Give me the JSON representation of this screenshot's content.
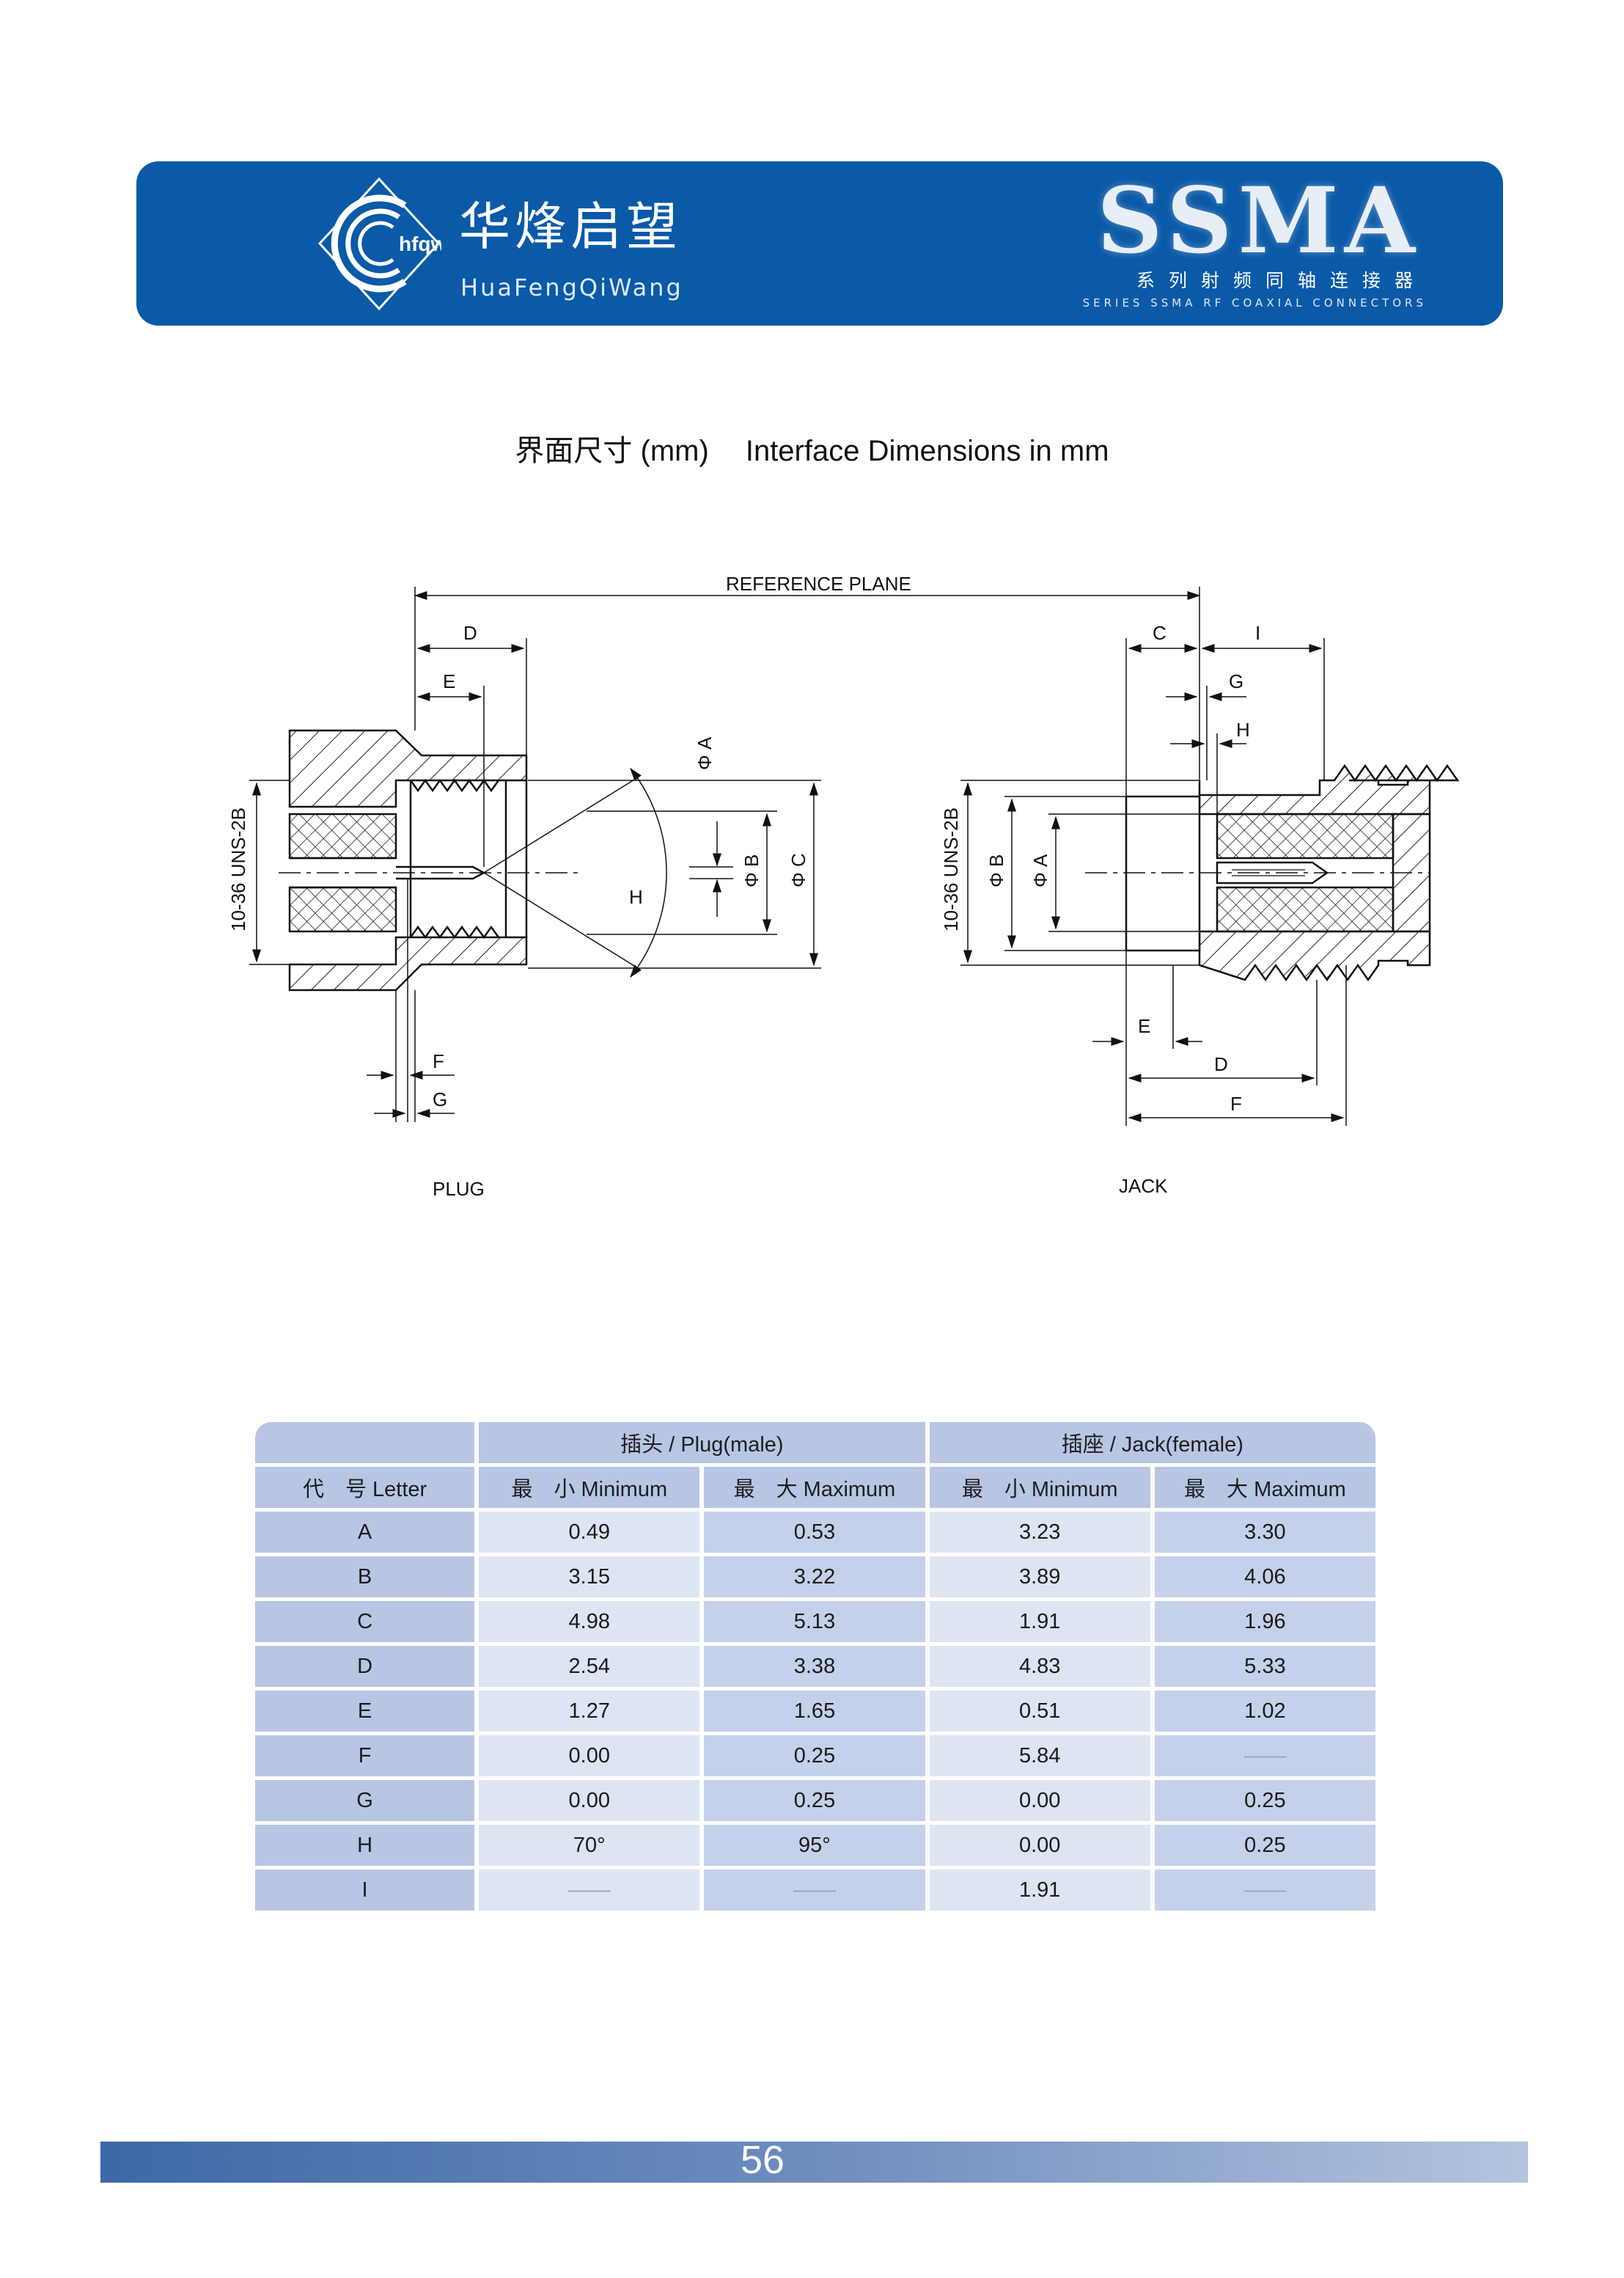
{
  "header": {
    "logo_text": "hfqw",
    "company_cn": "华烽启望",
    "company_en": "HuaFengQiWang",
    "series_title": "SSMA",
    "series_cn": "系列射频同轴连接器",
    "series_en": "SERIES SSMA RF COAXIAL CONNECTORS",
    "colors": {
      "banner": "#0a5aa8",
      "table_header": "#b8c6e4",
      "table_cell": "#dde5f3"
    }
  },
  "title": {
    "cn": "界面尺寸 (mm)",
    "en": "Interface Dimensions in mm"
  },
  "drawing": {
    "reference_plane": "REFERENCE PLANE",
    "thread_label": "10-36 UNS-2B",
    "plug_caption": "PLUG",
    "jack_caption": "JACK",
    "labels": {
      "D": "D",
      "E": "E",
      "F": "F",
      "G": "G",
      "H": "H",
      "C": "C",
      "I": "I",
      "phiA": "Φ A",
      "phiB": "Φ B",
      "phiC": "Φ C"
    }
  },
  "table": {
    "group_plug": "插头 / Plug(male)",
    "group_jack": "插座 / Jack(female)",
    "col_letter": "代　号 Letter",
    "col_min": "最　小 Minimum",
    "col_max": "最　大 Maximum",
    "rows": [
      {
        "letter": "A",
        "plug_min": "0.49",
        "plug_max": "0.53",
        "jack_min": "3.23",
        "jack_max": "3.30"
      },
      {
        "letter": "B",
        "plug_min": "3.15",
        "plug_max": "3.22",
        "jack_min": "3.89",
        "jack_max": "4.06"
      },
      {
        "letter": "C",
        "plug_min": "4.98",
        "plug_max": "5.13",
        "jack_min": "1.91",
        "jack_max": "1.96"
      },
      {
        "letter": "D",
        "plug_min": "2.54",
        "plug_max": "3.38",
        "jack_min": "4.83",
        "jack_max": "5.33"
      },
      {
        "letter": "E",
        "plug_min": "1.27",
        "plug_max": "1.65",
        "jack_min": "0.51",
        "jack_max": "1.02"
      },
      {
        "letter": "F",
        "plug_min": "0.00",
        "plug_max": "0.25",
        "jack_min": "5.84",
        "jack_max": "——"
      },
      {
        "letter": "G",
        "plug_min": "0.00",
        "plug_max": "0.25",
        "jack_min": "0.00",
        "jack_max": "0.25"
      },
      {
        "letter": "H",
        "plug_min": "70°",
        "plug_max": "95°",
        "jack_min": "0.00",
        "jack_max": "0.25"
      },
      {
        "letter": "I",
        "plug_min": "——",
        "plug_max": "——",
        "jack_min": "1.91",
        "jack_max": "——"
      }
    ]
  },
  "footer": {
    "page_number": "56"
  }
}
